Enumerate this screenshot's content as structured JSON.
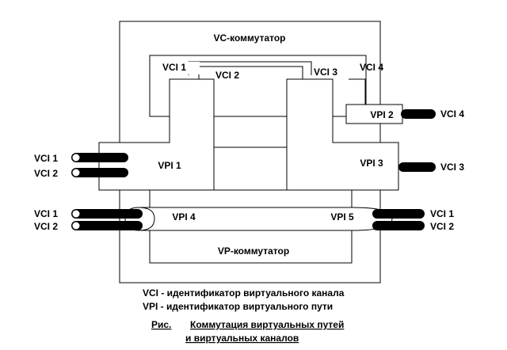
{
  "vc_switch": {
    "label": "VC-коммутатор"
  },
  "vp_switch": {
    "label": "VP-коммутатор"
  },
  "vc_labels": {
    "vci1": "VCI 1",
    "vci2": "VCI 2",
    "vci3": "VCI 3",
    "vci4": "VCI 4"
  },
  "paths": {
    "vpi1": "VPI 1",
    "vpi2": "VPI 2",
    "vpi3": "VPI 3",
    "vpi4": "VPI 4",
    "vpi5": "VPI 5"
  },
  "ports": {
    "left_vpi1": [
      "VCI 1",
      "VCI 2"
    ],
    "left_vpi4": [
      "VCI 1",
      "VCI 2"
    ],
    "right_vpi5": [
      "VCI 1",
      "VCI 2"
    ],
    "right_vpi2": "VCI 4",
    "right_vpi3": "VCI 3"
  },
  "legend": {
    "vci": "VCI - идентификатор виртуального канала",
    "vpi": "VPI - идентификатор виртуального пути"
  },
  "caption": {
    "prefix": "Рис.",
    "line1": "Коммутация виртуальных путей",
    "line2": "и виртуальных каналов"
  },
  "colors": {
    "line": "#000000",
    "background": "#ffffff"
  }
}
